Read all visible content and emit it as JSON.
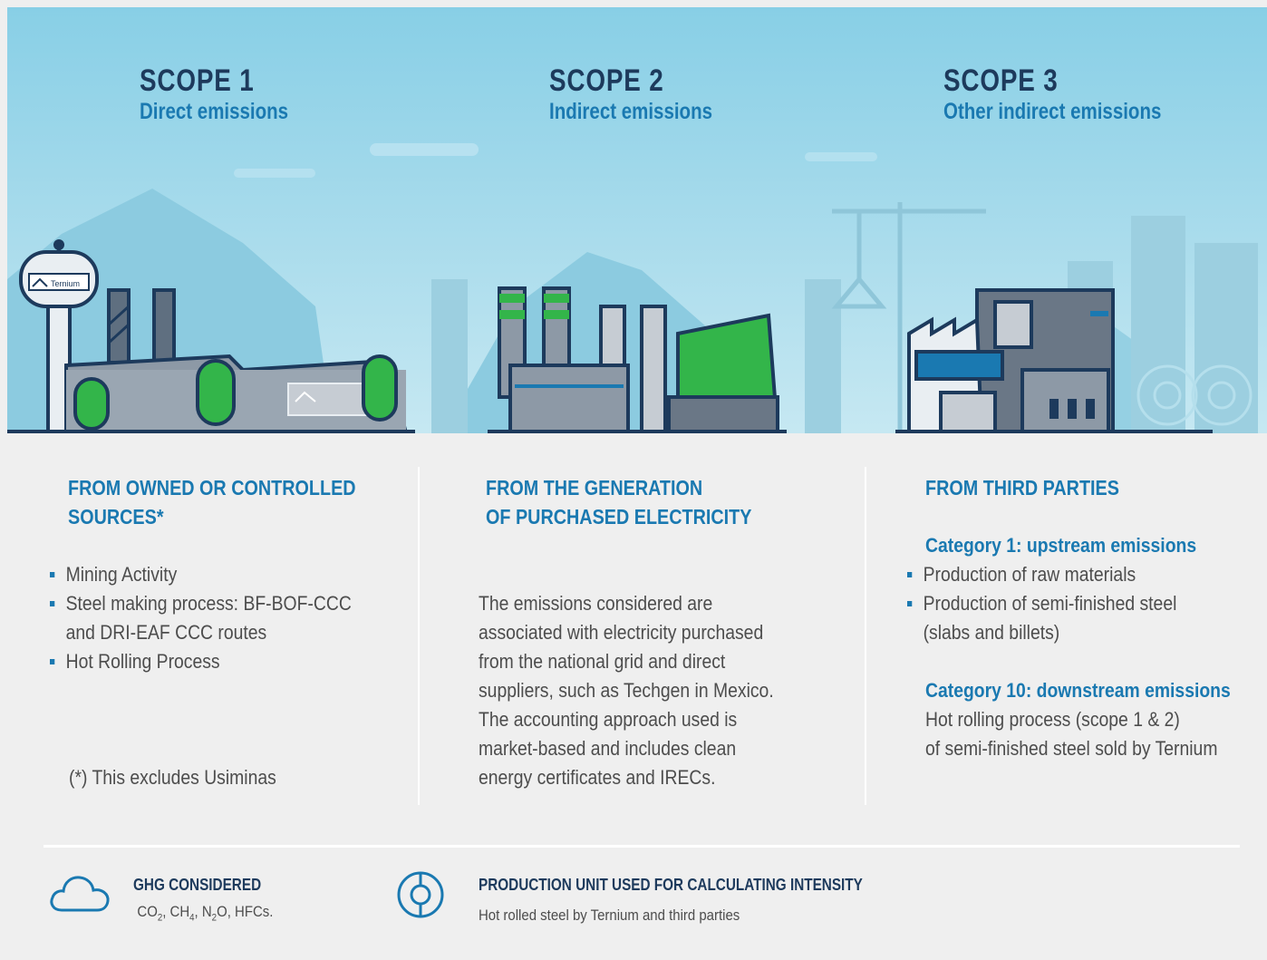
{
  "scopes": [
    {
      "title": "SCOPE 1",
      "subtitle": "Direct emissions"
    },
    {
      "title": "SCOPE 2",
      "subtitle": "Indirect emissions"
    },
    {
      "title": "SCOPE 3",
      "subtitle": "Other indirect emissions"
    }
  ],
  "logo_text": "Ternium",
  "col1": {
    "heading_line1": "FROM OWNED OR CONTROLLED",
    "heading_line2": "SOURCES*",
    "bullets": [
      "Mining Activity",
      "Steel making process: BF-BOF-CCC",
      "and DRI-EAF CCC routes",
      "Hot Rolling Process"
    ],
    "footnote": "(*) This excludes Usiminas"
  },
  "col2": {
    "heading_line1": "FROM THE GENERATION",
    "heading_line2": "OF PURCHASED ELECTRICITY",
    "lines": [
      "The emissions considered are",
      "associated with electricity purchased",
      "from the national grid and direct",
      "suppliers, such as Techgen in Mexico.",
      "The accounting approach used is",
      "market-based and includes clean",
      "energy certificates and IRECs."
    ]
  },
  "col3": {
    "heading": "FROM THIRD PARTIES",
    "cat1_heading": "Category 1: upstream emissions",
    "cat1_bullets": [
      "Production of raw materials",
      "Production of semi-finished steel",
      "(slabs and billets)"
    ],
    "cat10_heading": "Category 10: downstream emissions",
    "cat10_lines": [
      "Hot rolling process (scope 1 & 2)",
      "of semi-finished steel sold by Ternium"
    ]
  },
  "footer": {
    "ghg_title": "GHG CONSIDERED",
    "ghg_gases": [
      {
        "base": "CO",
        "sub": "2",
        "sep": ", "
      },
      {
        "base": "CH",
        "sub": "4",
        "sep": ", "
      },
      {
        "base": "N",
        "sub": "2",
        "rest": "O",
        "sep": ", "
      },
      {
        "base": "HFCs.",
        "sub": "",
        "sep": ""
      }
    ],
    "unit_title": "PRODUCTION UNIT USED FOR CALCULATING INTENSITY",
    "unit_text": "Hot rolled steel by Ternium and third parties"
  },
  "colors": {
    "navy": "#1d3a5c",
    "blue": "#1a79b1",
    "green": "#33b54a",
    "sky": "#a9dced",
    "background": "#efefef"
  },
  "icons": [
    "cloud-icon",
    "target-icon"
  ]
}
